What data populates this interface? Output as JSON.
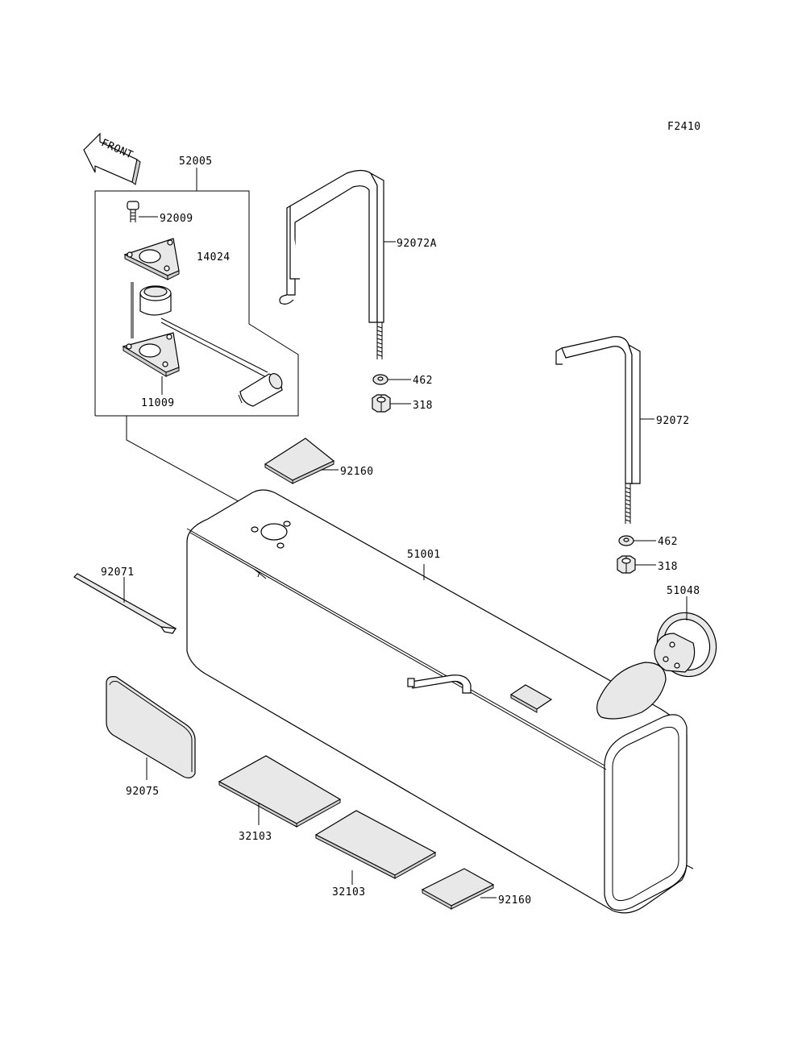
{
  "figure_code": "F2410",
  "front_arrow_text": "FRONT",
  "labels": {
    "assy_52005": "52005",
    "bolt_92009": "92009",
    "gasket_14024": "14024",
    "gasket_11009": "11009",
    "band_92072A": "92072A",
    "washer_462_a": "462",
    "nut_318_a": "318",
    "band_92072": "92072",
    "washer_462_b": "462",
    "nut_318_b": "318",
    "pad_92160_a": "92160",
    "tank_51001": "51001",
    "strip_92071": "92071",
    "cap_51048": "51048",
    "pad_92075": "92075",
    "pad_32103_a": "32103",
    "pad_32103_b": "32103",
    "pad_92160_b": "92160"
  }
}
